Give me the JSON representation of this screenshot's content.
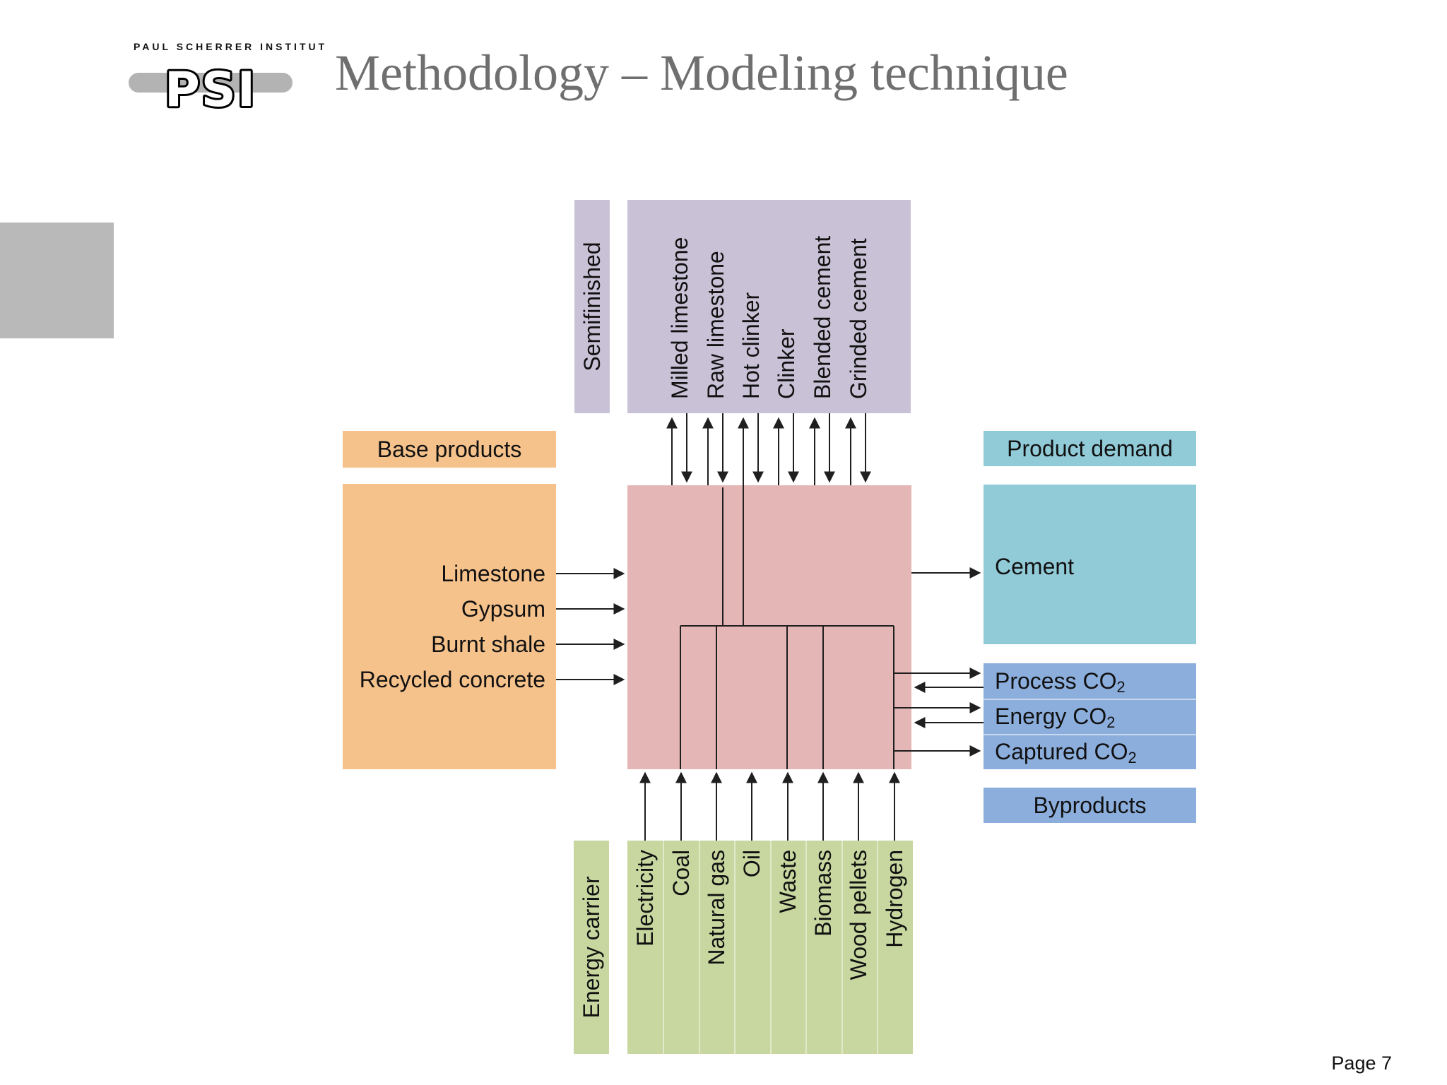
{
  "slide": {
    "title": "Methodology – Modeling technique",
    "page_label": "Page 7",
    "background": "#ffffff"
  },
  "logo": {
    "institute": "PAUL SCHERRER INSTITUT",
    "acronym": "PSI"
  },
  "colors": {
    "semifinished_purple": "#c9c2d7",
    "base_products_orange": "#f6c28c",
    "process_pink": "#e4b6b5",
    "product_demand_teal": "#92cbd8",
    "co2_blue": "#8caedd",
    "energy_green": "#c8d7a0",
    "accent_gray_rect": "#b9b9b9",
    "flow_line": "#1f1f1f",
    "title_gray": "#6f6f6f"
  },
  "semifinished": {
    "header": "Semifinished",
    "items": [
      "Milled limestone",
      "Raw limestone",
      "Hot clinker",
      "Clinker",
      "Blended cement",
      "Grinded cement"
    ]
  },
  "base_products": {
    "header": "Base products",
    "items": [
      "Limestone",
      "Gypsum",
      "Burnt shale",
      "Recycled concrete"
    ]
  },
  "product_demand": {
    "header": "Product demand",
    "cement": "Cement"
  },
  "co2_outputs": {
    "items": [
      {
        "base": "Process CO",
        "sub": "2"
      },
      {
        "base": "Energy CO",
        "sub": "2"
      },
      {
        "base": "Captured CO",
        "sub": "2"
      }
    ]
  },
  "byproducts": {
    "header": "Byproducts"
  },
  "energy_carrier": {
    "header": "Energy carrier",
    "items": [
      "Electricity",
      "Coal",
      "Natural gas",
      "Oil",
      "Waste",
      "Biomass",
      "Wood pellets",
      "Hydrogen"
    ]
  }
}
